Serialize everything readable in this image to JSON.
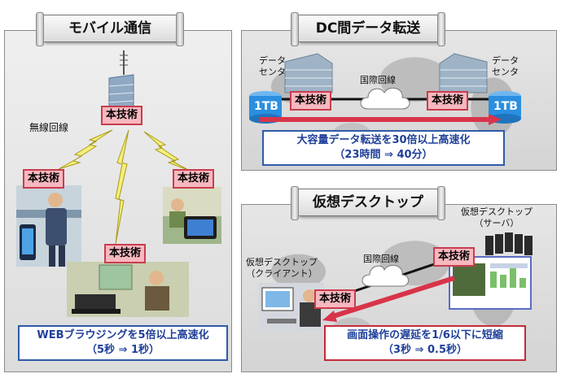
{
  "mobile": {
    "title": "モバイル通信",
    "wireless_label": "無線回線",
    "tech_tags": [
      "本技術",
      "本技術",
      "本技術",
      "本技術"
    ],
    "result_line1": "WEBブラウジングを5倍以上高速化",
    "result_line2": "（5秒 ⇒ 1秒）"
  },
  "dc": {
    "title": "DC間データ転送",
    "datacenter_left": "データ\nセンタ",
    "datacenter_right": "データ\nセンタ",
    "intl_line": "国際回線",
    "db_left": "1TB",
    "db_right": "1TB",
    "tech_tags": [
      "本技術",
      "本技術"
    ],
    "result_line1": "大容量データ転送を30倍以上高速化",
    "result_line2": "（23時間 ⇒ 40分）"
  },
  "vdesk": {
    "title": "仮想デスクトップ",
    "server_label": "仮想デスクトップ\n（サーバ）",
    "client_label": "仮想デスクトップ\n（クライアント）",
    "intl_line": "国際回線",
    "tech_tags": [
      "本技術",
      "本技術"
    ],
    "result_line1": "画面操作の遅延を1/6以下に短縮",
    "result_line2": "（3秒 ⇒ 0.5秒）"
  },
  "colors": {
    "tech_fill": "#f7b8bf",
    "tech_border": "#c83d4e",
    "result_text": "#1f3f99",
    "db_blue": "#2b8fe0",
    "arrow_red": "#d8344a",
    "bolt_yellow": "#f5ef7a"
  }
}
